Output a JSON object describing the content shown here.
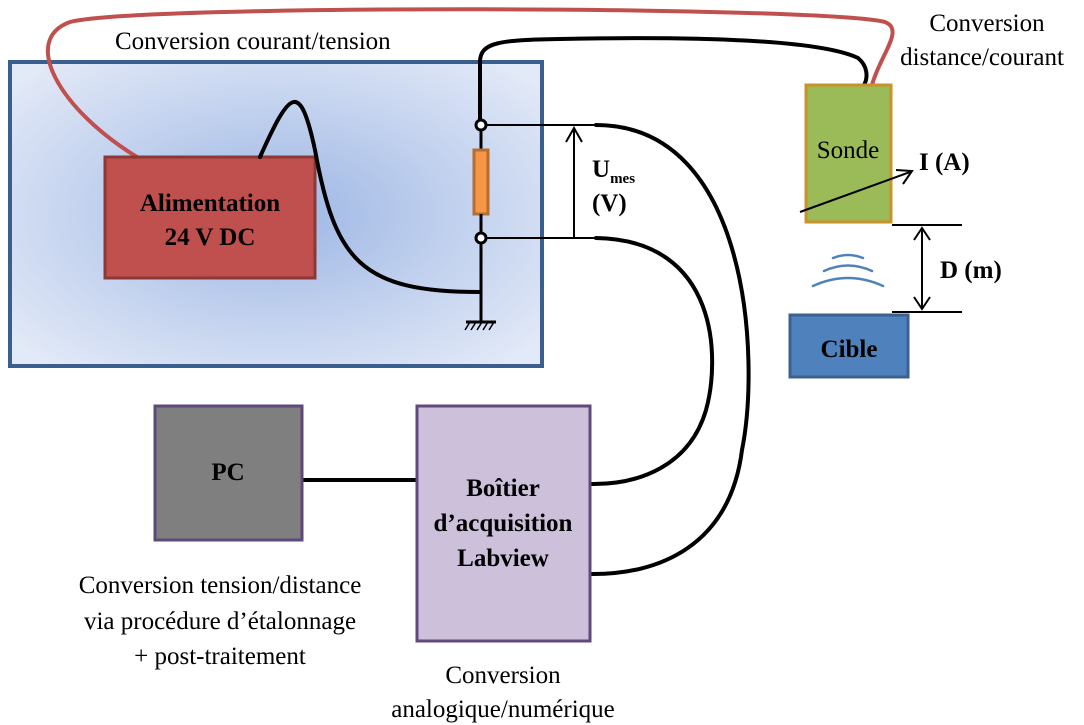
{
  "labels": {
    "conv_courant_tension": "Conversion courant/tension",
    "conv_distance_courant_1": "Conversion",
    "conv_distance_courant_2": "distance/courant",
    "alimentation_1": "Alimentation",
    "alimentation_2": "24 V DC",
    "sonde": "Sonde",
    "current": "I (A)",
    "u_main": "U",
    "u_sub": "mes",
    "u_unit": "(V)",
    "distance": "D (m)",
    "cible": "Cible",
    "pc": "PC",
    "boitier_1": "Boîtier",
    "boitier_2": "d’acquisition",
    "boitier_3": "Labview",
    "conv_tension_distance_1": "Conversion tension/distance",
    "conv_tension_distance_2": "via procédure d’étalonnage",
    "conv_tension_distance_3": "+ post-traitement",
    "conv_analog_num_1": "Conversion",
    "conv_analog_num_2": "analogique/numérique"
  },
  "colors": {
    "panel_fill_center": "#9db6e4",
    "panel_fill_edge": "#dfe7f6",
    "panel_stroke": "#3a5e8e",
    "alim_fill": "#c0504d",
    "alim_stroke": "#8c3836",
    "sonde_fill": "#9bbb59",
    "sonde_stroke": "#c9922b",
    "cible_fill": "#4f81bd",
    "cible_stroke": "#3b618f",
    "pc_fill": "#7f7f7f",
    "pc_stroke": "#5f497a",
    "boitier_fill": "#ccc0da",
    "boitier_stroke": "#604a7b",
    "red_wire": "#c0504d",
    "resistor_fill": "#f79646",
    "resistor_stroke": "#b66d31",
    "wave": "#4f81bd"
  }
}
